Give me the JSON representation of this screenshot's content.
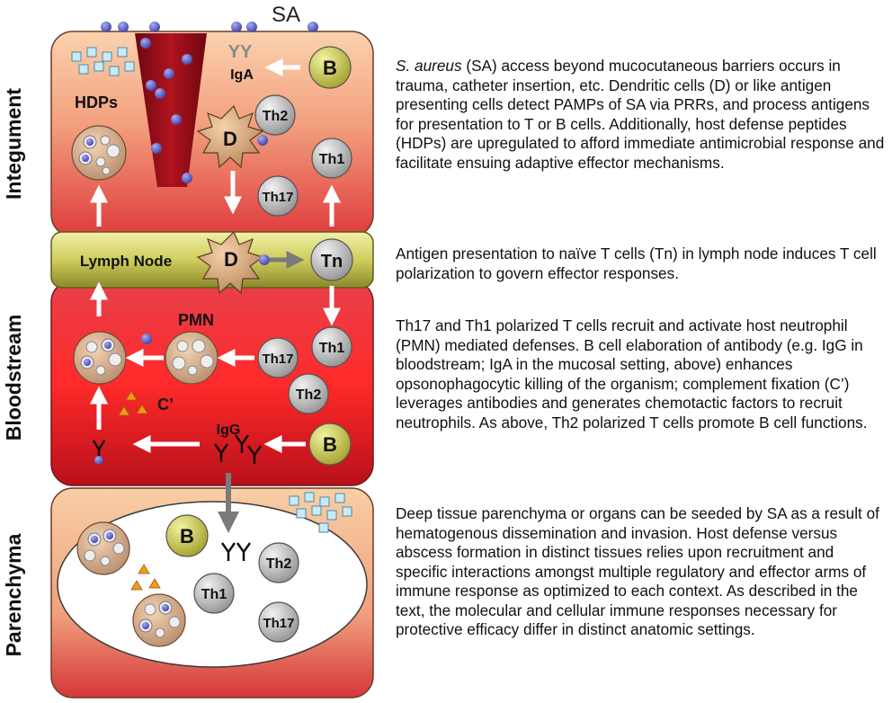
{
  "labels": {
    "sa": "SA",
    "hdps": "HDPs",
    "iga": "IgA",
    "igg": "IgG",
    "pmn": "PMN",
    "complement": "C’",
    "lymph_node": "Lymph Node",
    "antibody_glyph": "YY"
  },
  "regions": {
    "integument": "Integument",
    "bloodstream": "Bloodstream",
    "parenchyma": "Parenchyma"
  },
  "cells": {
    "b": "B",
    "d": "D",
    "th1": "Th1",
    "th2": "Th2",
    "th17": "Th17",
    "tn": "Tn"
  },
  "descriptions": {
    "integument_italic": "S. aureus",
    "integument": " (SA) access beyond mucocutaneous barriers occurs in trauma, catheter insertion, etc.  Dendritic cells (D) or like antigen presenting cells detect PAMPs of SA via PRRs, and process antigens for presentation to T or B cells.   Additionally, host defense peptides (HDPs) are upregulated to afford immediate antimicrobial response and facilitate ensuing adaptive effector mechanisms.",
    "lymph_node": "Antigen presentation to naïve T cells (Tn) in lymph node induces T cell polarization to govern effector responses.",
    "bloodstream": "Th17 and Th1 polarized T cells recruit and activate host neutrophil (PMN) mediated defenses.  B cell elaboration of antibody (e.g. IgG in bloodstream; IgA in the mucosal setting, above) enhances opsonophagocytic killing of the organism; complement fixation (C’) leverages antibodies and generates chemotactic factors to recruit neutrophils. As above, Th2 polarized T cells promote B cell functions.",
    "parenchyma": "Deep tissue parenchyma or organs can be seeded by SA as a result of hematogenous dissemination and invasion. Host defense versus abscess formation in distinct tissues relies upon recruitment and specific interactions amongst multiple regulatory and effector arms of immune response as optimized to each context.  As described in the text, the molecular and cellular immune responses necessary for protective efficacy differ in distinct anatomic settings."
  },
  "colors": {
    "integument_top": "#f9c9a4",
    "integument_bottom": "#e23c3c",
    "bloodstream": "#e8202a",
    "lymph_node": "#d8d66a",
    "parenchyma": "#f5bf9a",
    "cell_gray": "#bdbdbd",
    "cell_b": "#c9c94c",
    "cell_d": "#d8ac80",
    "bacteria": "#5a5ab8",
    "vessel": "#8c0a14",
    "complement": "#f39a17",
    "hdp": "#c9eaf7"
  }
}
